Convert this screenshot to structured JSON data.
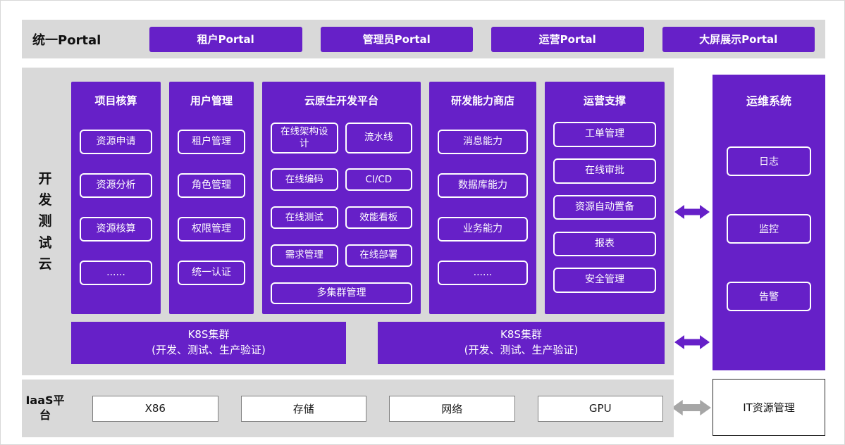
{
  "colors": {
    "purple": "#6620C8",
    "panel": "#D9D9D9",
    "arrow_gray": "#A6A6A6"
  },
  "portal": {
    "label": "统一Portal",
    "buttons": [
      "租户Portal",
      "管理员Portal",
      "运营Portal",
      "大屏展示Portal"
    ]
  },
  "dev_cloud": {
    "label": "开发测试云",
    "columns": [
      {
        "title": "项目核算",
        "items": [
          "资源申请",
          "资源分析",
          "资源核算",
          "......"
        ]
      },
      {
        "title": "用户管理",
        "items": [
          "租户管理",
          "角色管理",
          "权限管理",
          "统一认证"
        ]
      },
      {
        "title": "云原生开发平台",
        "grid": [
          "在线架构设计",
          "流水线",
          "在线编码",
          "CI/CD",
          "在线测试",
          "效能看板",
          "需求管理",
          "在线部署"
        ],
        "footer": "多集群管理"
      },
      {
        "title": "研发能力商店",
        "items": [
          "消息能力",
          "数据库能力",
          "业务能力",
          "......"
        ]
      },
      {
        "title": "运营支撑",
        "items": [
          "工单管理",
          "在线审批",
          "资源自动置备",
          "报表",
          "安全管理"
        ]
      }
    ],
    "k8s": [
      {
        "line1": "K8S集群",
        "line2": "(开发、测试、生产验证)"
      },
      {
        "line1": "K8S集群",
        "line2": "(开发、测试、生产验证)"
      }
    ]
  },
  "ops": {
    "title": "运维系统",
    "items": [
      "日志",
      "监控",
      "告警"
    ]
  },
  "iaas": {
    "label": "IaaS平台",
    "items": [
      "X86",
      "存储",
      "网络",
      "GPU"
    ]
  },
  "it_mgmt": {
    "label": "IT资源管理"
  }
}
